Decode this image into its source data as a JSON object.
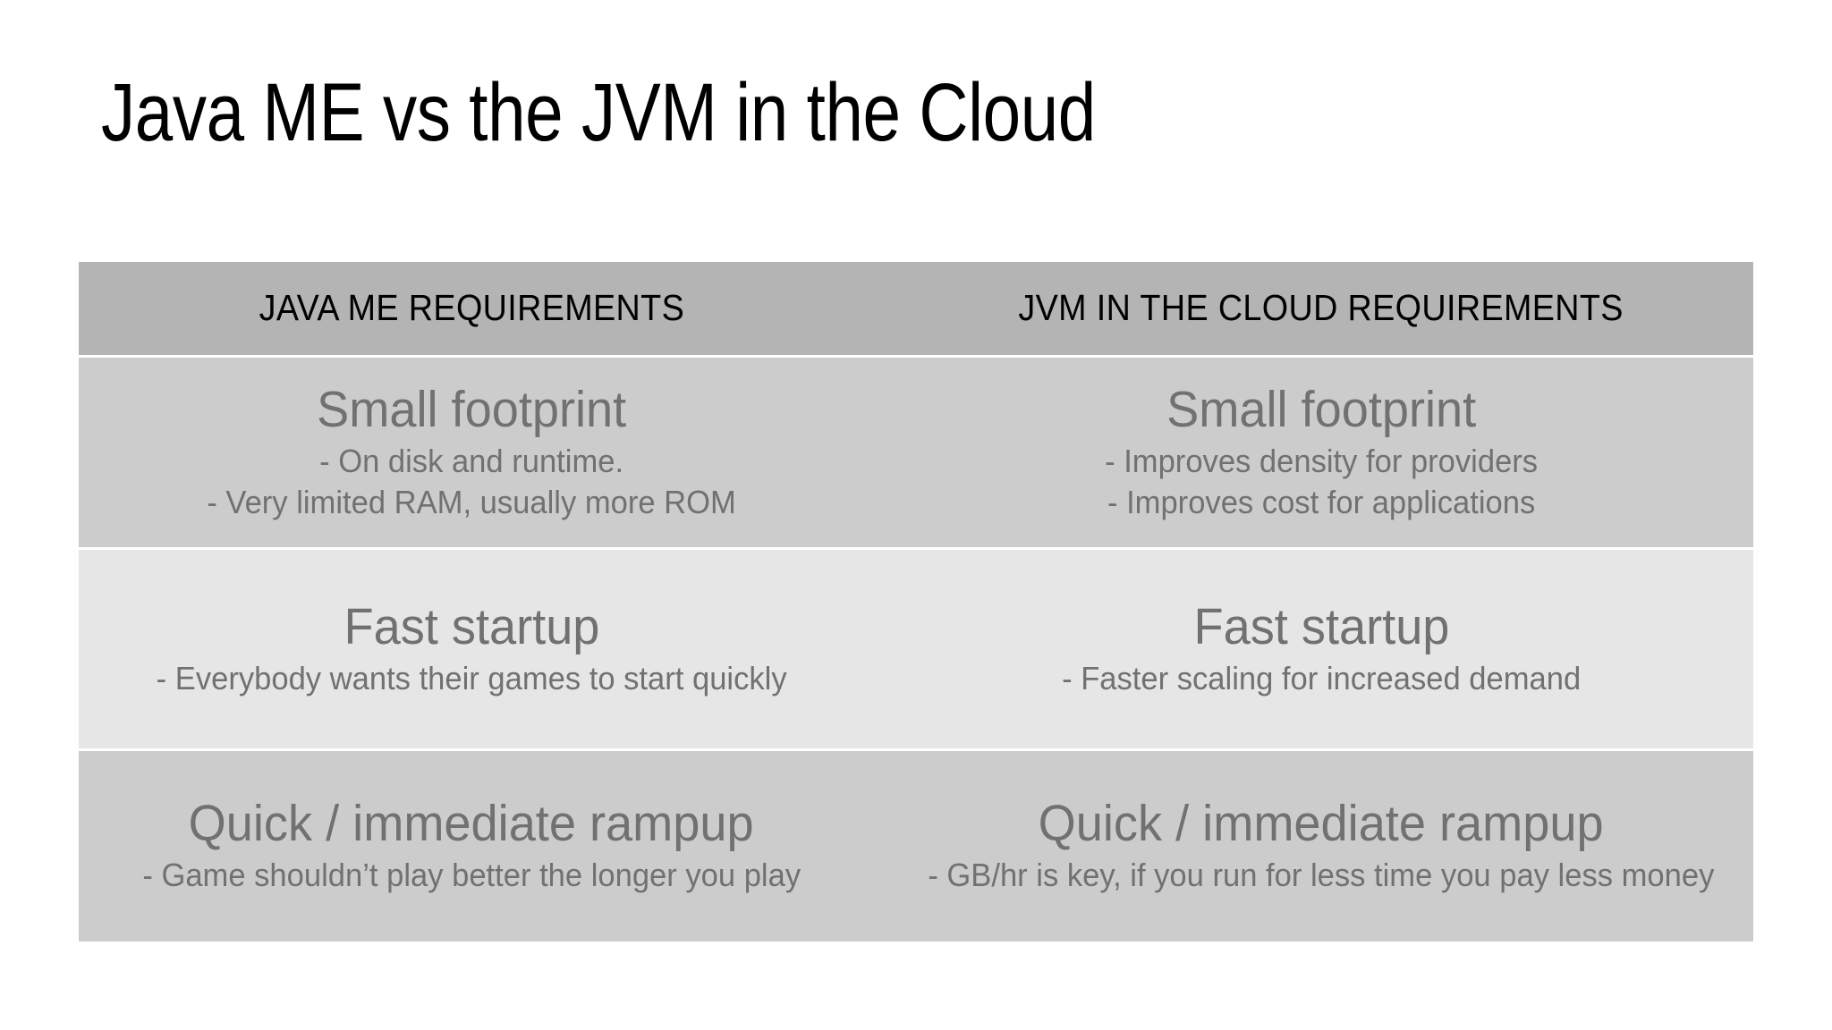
{
  "slide": {
    "title": "Java ME vs the JVM in the Cloud",
    "background_color": "#ffffff"
  },
  "colors": {
    "title_text": "#000000",
    "header_bg": "#b4b4b4",
    "header_text": "#000000",
    "row_bg_dark": "#cccccc",
    "row_bg_light": "#e6e6e6",
    "body_text": "#717171",
    "gridline": "#ffffff"
  },
  "table": {
    "columns": [
      {
        "header": "JAVA ME REQUIREMENTS"
      },
      {
        "header": "JVM IN THE CLOUD REQUIREMENTS"
      }
    ],
    "rows": [
      {
        "shade": "dark",
        "left": {
          "heading": "Small footprint",
          "details": [
            "- On disk and runtime.",
            "- Very limited RAM, usually more ROM"
          ]
        },
        "right": {
          "heading": "Small footprint",
          "details": [
            "- Improves density for providers",
            "- Improves cost for applications"
          ]
        }
      },
      {
        "shade": "light",
        "left": {
          "heading": "Fast startup",
          "details": [
            "- Everybody wants their games to start quickly"
          ]
        },
        "right": {
          "heading": "Fast startup",
          "details": [
            "- Faster scaling for increased demand"
          ]
        }
      },
      {
        "shade": "dark",
        "left": {
          "heading": "Quick / immediate rampup",
          "details": [
            "- Game shouldn’t play better the longer you play"
          ]
        },
        "right": {
          "heading": "Quick / immediate rampup",
          "details": [
            "- GB/hr is key, if you run for less time you pay less money"
          ]
        }
      }
    ]
  }
}
